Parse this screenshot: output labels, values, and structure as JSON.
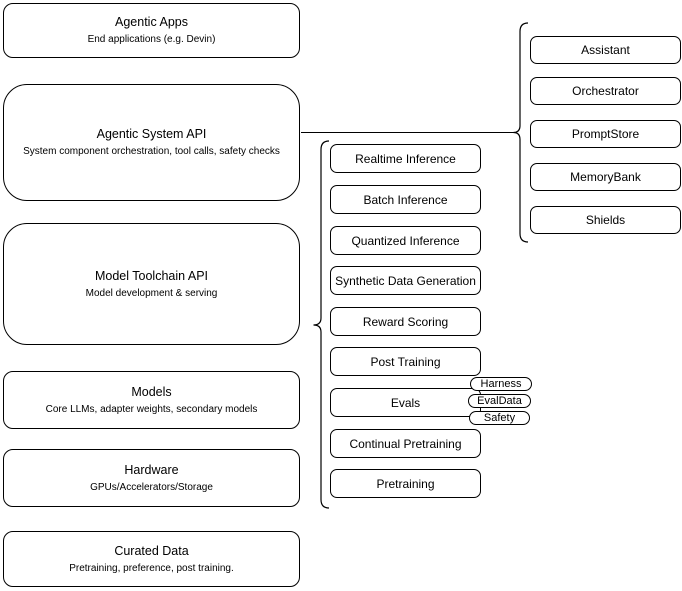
{
  "left_stack": [
    {
      "title": "Agentic Apps",
      "subtitle": "End applications (e.g. Devin)"
    },
    {
      "title": "Agentic System API",
      "subtitle": "System component orchestration, tool calls, safety checks"
    },
    {
      "title": "Model Toolchain API",
      "subtitle": "Model development & serving"
    },
    {
      "title": "Models",
      "subtitle": "Core LLMs, adapter weights, secondary models"
    },
    {
      "title": "Hardware",
      "subtitle": "GPUs/Accelerators/Storage"
    },
    {
      "title": "Curated Data",
      "subtitle": "Pretraining, preference, post training."
    }
  ],
  "toolchain_services": [
    "Realtime Inference",
    "Batch Inference",
    "Quantized Inference",
    "Synthetic Data Generation",
    "Reward Scoring",
    "Post Training",
    "Evals",
    "Continual Pretraining",
    "Pretraining"
  ],
  "eval_tags": [
    "Harness",
    "EvalData",
    "Safety"
  ],
  "system_components": [
    "Assistant",
    "Orchestrator",
    "PromptStore",
    "MemoryBank",
    "Shields"
  ],
  "colors": {
    "stroke": "#000000",
    "fill": "#ffffff",
    "background": "#ffffff",
    "text": "#000000"
  }
}
